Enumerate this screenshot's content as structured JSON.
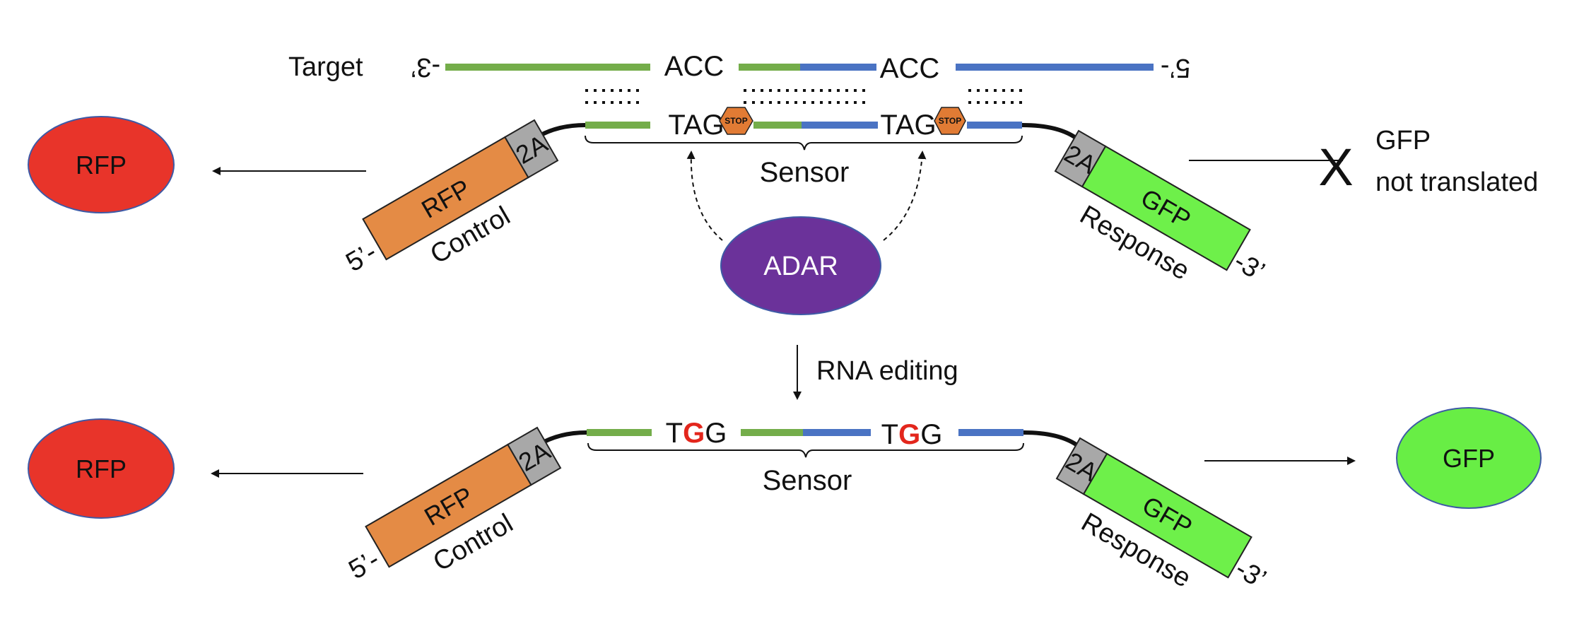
{
  "colors": {
    "rfp_fill": "#e8342a",
    "rfp_box": "#e48b45",
    "gfp_fill": "#68ee45",
    "gfp_box": "#6ef04a",
    "adar": "#6b329a",
    "green_strand": "#74ad4a",
    "blue_strand": "#4a73c3",
    "stop": "#e17b34",
    "edited_base": "#e3261c",
    "linker": "#a8a8a8",
    "ellipse_stroke": "#3e5aa6"
  },
  "icons": [
    "stop-sign-icon",
    "x-cross-icon",
    "arrow-right-icon",
    "arrow-left-icon",
    "arrow-down-icon",
    "dashed-curved-arrow-icon"
  ],
  "top": {
    "target_label": "Target",
    "target_end_left": "-3’",
    "target_end_right": "5’-",
    "codon_acc_1": "ACC",
    "codon_acc_2": "ACC",
    "codon_tag_1": "TAG",
    "codon_tag_2": "TAG",
    "stop_text_1": "STOP",
    "stop_text_2": "STOP",
    "sensor_label": "Sensor",
    "adar_label": "ADAR",
    "rfp_oval_label": "RFP",
    "rfp_box_label": "RFP",
    "linker_left_label": "2A",
    "control_label": "Control",
    "five_prime": "5’-",
    "linker_right_label": "2A",
    "gfp_box_label": "GFP",
    "response_label": "Response",
    "three_prime": "-3’",
    "result_line1": "GFP",
    "result_line2": "not translated",
    "result_cross": "X"
  },
  "middle": {
    "editing_label": "RNA editing"
  },
  "bottom": {
    "codon1": {
      "a": "T",
      "b": "G",
      "c": "G"
    },
    "codon2": {
      "a": "T",
      "b": "G",
      "c": "G"
    },
    "sensor_label": "Sensor",
    "rfp_oval_label": "RFP",
    "rfp_box_label": "RFP",
    "linker_left_label": "2A",
    "control_label": "Control",
    "five_prime": "5’-",
    "linker_right_label": "2A",
    "gfp_box_label": "GFP",
    "response_label": "Response",
    "three_prime": "-3’",
    "gfp_oval_label": "GFP"
  }
}
